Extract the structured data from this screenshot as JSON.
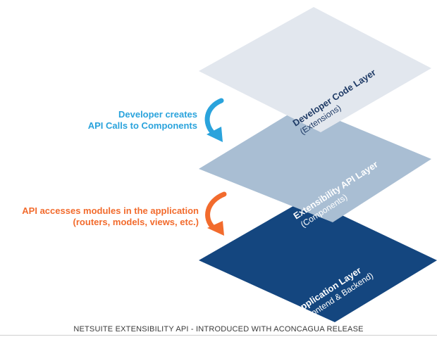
{
  "layers": [
    {
      "title": "Developer Code Layer",
      "subtitle": "(Extensions)",
      "color": "#e2e7ee",
      "text_color": "#1f3b66"
    },
    {
      "title": "Extensibility API Layer",
      "subtitle": "(Components)",
      "color": "#a9bed3",
      "text_color": "#ffffff"
    },
    {
      "title": "Application Layer",
      "subtitle": "(Frontend & Backend)",
      "color": "#14467f",
      "text_color": "#ffffff"
    }
  ],
  "annotations": [
    {
      "lines": [
        "Developer creates",
        "API Calls to Components"
      ],
      "color": "#2aa3dc"
    },
    {
      "lines": [
        "API  accesses modules in the application",
        "(routers, models, views, etc.)"
      ],
      "color": "#f26b2d"
    }
  ],
  "caption": "NETSUITE EXTENSIBILITY API - INTRODUCED WITH ACONCAGUA RELEASE"
}
